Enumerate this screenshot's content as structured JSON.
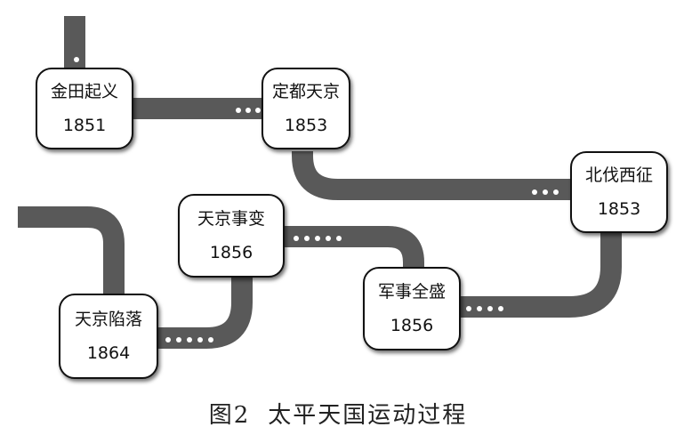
{
  "nodes": [
    {
      "id": "jintian",
      "name": "金田起义",
      "year": "1851"
    },
    {
      "id": "dingdu",
      "name": "定都天京",
      "year": "1853"
    },
    {
      "id": "beifa",
      "name": "北伐西征",
      "year": "1853"
    },
    {
      "id": "tianjing-bian",
      "name": "天京事变",
      "year": "1856"
    },
    {
      "id": "junshi",
      "name": "军事全盛",
      "year": "1856"
    },
    {
      "id": "xianluo",
      "name": "天京陷落",
      "year": "1864"
    }
  ],
  "caption": {
    "figure": "图2",
    "title": "太平天国运动过程"
  }
}
